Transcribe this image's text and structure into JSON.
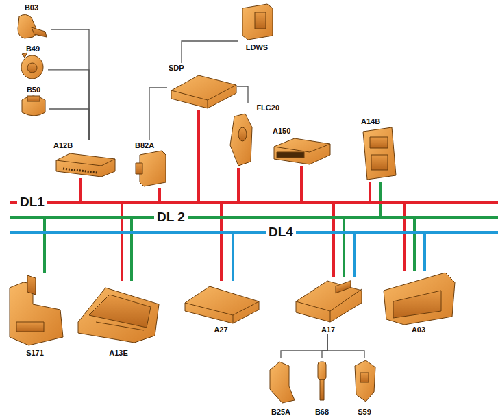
{
  "diagram": {
    "nodes": [
      {
        "text": [
          "B03"
        ]
      },
      {
        "text": [
          "B49"
        ]
      },
      {
        "text": [
          "B50"
        ]
      },
      {
        "text": [
          "A12B"
        ]
      },
      {
        "text": [
          "LDWS"
        ]
      },
      {
        "text": [
          "SDP"
        ]
      },
      {
        "text": [
          "B82A"
        ]
      },
      {
        "text": [
          "FLC20"
        ]
      },
      {
        "text": [
          "A150"
        ]
      },
      {
        "text": [
          "A14B"
        ]
      },
      {
        "text": [
          "DL1"
        ]
      },
      {
        "text": [
          "DL 2"
        ]
      },
      {
        "text": [
          "DL4"
        ]
      },
      {
        "text": [
          "S171"
        ]
      },
      {
        "text": [
          "A13E"
        ]
      },
      {
        "text": [
          "A27"
        ]
      },
      {
        "text": [
          "A17"
        ]
      },
      {
        "text": [
          "A03"
        ]
      },
      {
        "text": [
          "B25A"
        ]
      },
      {
        "text": [
          "B68"
        ]
      },
      {
        "text": [
          "S59"
        ]
      }
    ],
    "edges": [
      {
        "from": 0,
        "to": 3,
        "arrow": "none"
      },
      {
        "from": 1,
        "to": 3,
        "arrow": "none"
      },
      {
        "from": 2,
        "to": 3,
        "arrow": "none"
      },
      {
        "from": 5,
        "to": 4,
        "arrow": "none"
      },
      {
        "from": 5,
        "to": 6,
        "arrow": "none"
      },
      {
        "from": 5,
        "to": 7,
        "arrow": "none"
      },
      {
        "from": 3,
        "to": 10,
        "arrow": "none"
      },
      {
        "from": 6,
        "to": 10,
        "arrow": "none"
      },
      {
        "from": 5,
        "to": 10,
        "arrow": "none"
      },
      {
        "from": 7,
        "to": 10,
        "arrow": "none"
      },
      {
        "from": 8,
        "to": 10,
        "arrow": "none"
      },
      {
        "from": 9,
        "to": 10,
        "arrow": "none"
      },
      {
        "from": 9,
        "to": 11,
        "arrow": "none"
      },
      {
        "from": 13,
        "to": 11,
        "arrow": "none"
      },
      {
        "from": 14,
        "to": 10,
        "arrow": "none"
      },
      {
        "from": 14,
        "to": 11,
        "arrow": "none"
      },
      {
        "from": 15,
        "to": 10,
        "arrow": "none"
      },
      {
        "from": 15,
        "to": 12,
        "arrow": "none"
      },
      {
        "from": 16,
        "to": 10,
        "arrow": "none"
      },
      {
        "from": 16,
        "to": 11,
        "arrow": "none"
      },
      {
        "from": 16,
        "to": 12,
        "arrow": "none"
      },
      {
        "from": 17,
        "to": 10,
        "arrow": "none"
      },
      {
        "from": 17,
        "to": 11,
        "arrow": "none"
      },
      {
        "from": 17,
        "to": 12,
        "arrow": "none"
      },
      {
        "from": 16,
        "to": 18,
        "arrow": "none"
      },
      {
        "from": 16,
        "to": 19,
        "arrow": "none"
      },
      {
        "from": 16,
        "to": 20,
        "arrow": "none"
      }
    ]
  }
}
